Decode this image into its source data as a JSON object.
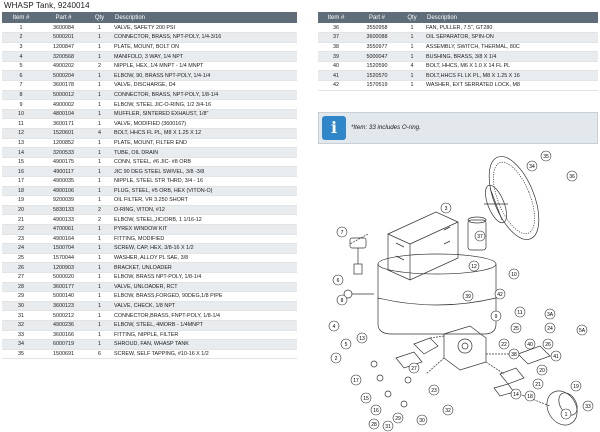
{
  "doc": {
    "title": "WHASP Tank, 9240014"
  },
  "table": {
    "headers": [
      "Item #",
      "Part #",
      "Qty",
      "Description"
    ],
    "left_rows": [
      [
        "1",
        "3600084",
        "1",
        "VALVE, SAFETY 200 PSI"
      ],
      [
        "2",
        "5000201",
        "1",
        "CONNECTOR, BRASS, NPT-POLY, 1/4-3/16"
      ],
      [
        "3",
        "1200847",
        "1",
        "PLATE, MOUNT, BOLT ON"
      ],
      [
        "4",
        "3200568",
        "1",
        "MANIFOLD, 3 WAY, 1/4 NPT"
      ],
      [
        "5",
        "4900202",
        "2",
        "NIPPLE, HEX, 1/4 MNPT - 1/4 MNPT"
      ],
      [
        "6",
        "5000204",
        "1",
        "ELBOW, 90, BRASS NPT-POLY, 1/4-1/4"
      ],
      [
        "7",
        "3600178",
        "1",
        "VALVE, DISCHARGE, D4"
      ],
      [
        "8",
        "5000012",
        "1",
        "CONNECTOR, BRASS, NPT-POLY, 1/8-1/4"
      ],
      [
        "9",
        "4900002",
        "1",
        "ELBOW, STEEL JIC-O-RING, 1/2 3/4-16"
      ],
      [
        "10",
        "4800104",
        "1",
        "MUFFLER, SINTERED EXHAUST, 1/8\""
      ],
      [
        "11",
        "3600171",
        "1",
        "VALVE, MODIFIED (3600167)"
      ],
      [
        "12",
        "1520601",
        "4",
        "BOLT, HHCS FL PL, M8 X 1.25 X 12"
      ],
      [
        "13",
        "1200852",
        "1",
        "PLATE, MOUNT, FILTER END"
      ],
      [
        "14",
        "3200533",
        "1",
        "TUBE, OIL DRAIN"
      ],
      [
        "15",
        "4900175",
        "1",
        "CONN, STEEL, #6 JIC- #8 ORB"
      ],
      [
        "16",
        "4900117",
        "1",
        "JIC 90 DEG STEEL SWIVEL, 3/8 -3/8"
      ],
      [
        "17",
        "4900035",
        "1",
        "NIPPLE, STEEL STR THRD, 3/4 - 16"
      ],
      [
        "18",
        "4900106",
        "1",
        "PLUG, STEEL, #5 ORB, HEX (VITON-O)"
      ],
      [
        "19",
        "9200039",
        "1",
        "OIL FILTER, VR 3.250 SHORT"
      ],
      [
        "20",
        "5830133",
        "2",
        "O-RING, VITON, #12"
      ],
      [
        "21",
        "4900133",
        "2",
        "ELBOW, STEEL,JIC/ORB, 1 1/16-12"
      ],
      [
        "22",
        "4700061",
        "1",
        "PYREX WINDOW KIT"
      ],
      [
        "23",
        "4900164",
        "1",
        "FITTING, MODIFIED"
      ],
      [
        "24",
        "1500704",
        "1",
        "SCREW, CAP, HEX, 3/8-16 X 1/2"
      ],
      [
        "25",
        "1570044",
        "1",
        "WASHER, ALLOY PL SAE, 3/8"
      ],
      [
        "26",
        "1200903",
        "1",
        "BRACKET, UNLOADER"
      ],
      [
        "27",
        "5000020",
        "1",
        "ELBOW, BRASS NPT-POLY, 1/8-1/4"
      ],
      [
        "28",
        "3600177",
        "1",
        "VALVE, UNLOADER, RCT"
      ],
      [
        "29",
        "5000140",
        "1",
        "ELBOW, BRASS,FORGED, 90DEG,1/8 PIPE"
      ],
      [
        "30",
        "3600123",
        "1",
        "VALVE, CHECK, 1/8 NPT"
      ],
      [
        "31",
        "5000212",
        "1",
        "CONNECTOR,BRASS, FNPT-POLY, 1/8-1/4"
      ],
      [
        "32",
        "4900236",
        "1",
        "ELBOW, STEEL, 4MORB - 1/4MNPT"
      ],
      [
        "33",
        "3600166",
        "1",
        "FITTING, NIPPLE, FILTER"
      ],
      [
        "34",
        "6000719",
        "1",
        "SHROUD, FAN, WHASP TANK"
      ],
      [
        "35",
        "1500691",
        "6",
        "SCREW, SELF TAPPING, #10-16 X 1/2"
      ]
    ],
    "right_rows": [
      [
        "36",
        "3550958",
        "1",
        "FAN, PULLER, 7.5\", GT280"
      ],
      [
        "37",
        "3600088",
        "1",
        "OIL SEPARATOR, SPIN-ON"
      ],
      [
        "38",
        "3550977",
        "1",
        "ASSEMBLY, SWITCH, THERMAL, 80C"
      ],
      [
        "39",
        "5000047",
        "1",
        "BUSHING, BRASS, 3/8 X 1/4"
      ],
      [
        "40",
        "1520590",
        "4",
        "BOLT, HHCS, M6 X 1.0 X 14 FL PL"
      ],
      [
        "41",
        "1520570",
        "1",
        "BOLT,HHCS FL LK PL, M8 X 1.25 X 16"
      ],
      [
        "42",
        "1570519",
        "1",
        "WASHER, EXT SERRATED LOCK, M8"
      ]
    ]
  },
  "note": {
    "icon": "info-icon",
    "text": "*Item: 33 includes O-ring."
  },
  "diagram": {
    "callouts": [
      "1",
      "2",
      "3",
      "4",
      "5",
      "6",
      "7",
      "8",
      "9",
      "10",
      "11",
      "12",
      "13",
      "14",
      "15",
      "16",
      "17",
      "18",
      "19",
      "20",
      "21",
      "22",
      "23",
      "24",
      "25",
      "26",
      "27",
      "28",
      "29",
      "30",
      "31",
      "32",
      "33",
      "34",
      "35",
      "36",
      "37",
      "38",
      "39",
      "40",
      "41",
      "42",
      "3A",
      "5A"
    ]
  },
  "colors": {
    "header_bg": "#5f6d7a",
    "row_alt": "#e9ecef",
    "note_bg": "#e3e8ec",
    "info_blue": "#2f86c9"
  }
}
